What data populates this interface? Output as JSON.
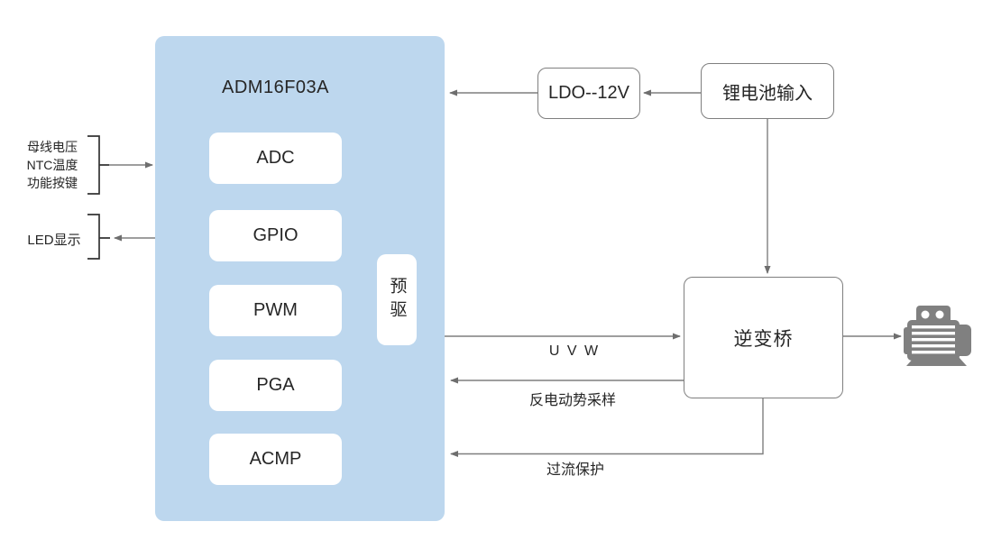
{
  "chip": {
    "title": "ADM16F03A",
    "blocks": [
      "ADC",
      "GPIO",
      "PWM",
      "PGA",
      "ACMP"
    ],
    "predriver_label": "预驱"
  },
  "power": {
    "ldo_label": "LDO--12V",
    "battery_label": "锂电池输入"
  },
  "inverter_label": "逆变桥",
  "left_inputs": {
    "lines": [
      "母线电压",
      "NTC温度",
      "功能按键"
    ],
    "led_label": "LED显示"
  },
  "signals": {
    "uvw": "U V W",
    "back_emf": "反电动势采样",
    "overcurrent": "过流保护"
  },
  "icons": {
    "motor": "motor-icon"
  },
  "colors": {
    "chip_fill": "#BDD7EE",
    "box_border": "#7F7F7F",
    "connector_line": "#7F7F7F",
    "bracket": "#333333",
    "motor_gray": "#808080",
    "text": "#262626"
  }
}
